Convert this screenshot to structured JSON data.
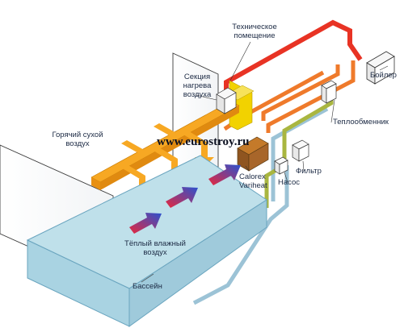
{
  "watermark": "www.eurostroy.ru",
  "labels": {
    "tech_room_1": "Техническое",
    "tech_room_2": "помещение",
    "boiler": "Бойлер",
    "heating_section_1": "Секция",
    "heating_section_2": "нагрева",
    "heating_section_3": "воздуха",
    "heat_exchanger": "Теплообменник",
    "hot_dry_air_1": "Горячий сухой",
    "hot_dry_air_2": "воздух",
    "filter": "Фильтр",
    "unit_1": "Calorex",
    "unit_2": "Variheat",
    "pump": "Насос",
    "warm_humid_air_1": "Тёплый влажный",
    "warm_humid_air_2": "воздух",
    "pool": "Бассейн"
  },
  "colors": {
    "hot_pipe": "#e83324",
    "warm_pipe": "#ef7a2b",
    "cold_pipe": "#9cc3d6",
    "green_pipe": "#a9b640",
    "duct": "#f7a823",
    "heat_section": "#f2d200",
    "pool_top": "#bfe0ea",
    "pool_side": "#9fcadb",
    "arrow_start": "#e8283c",
    "arrow_end": "#2a52d0"
  }
}
